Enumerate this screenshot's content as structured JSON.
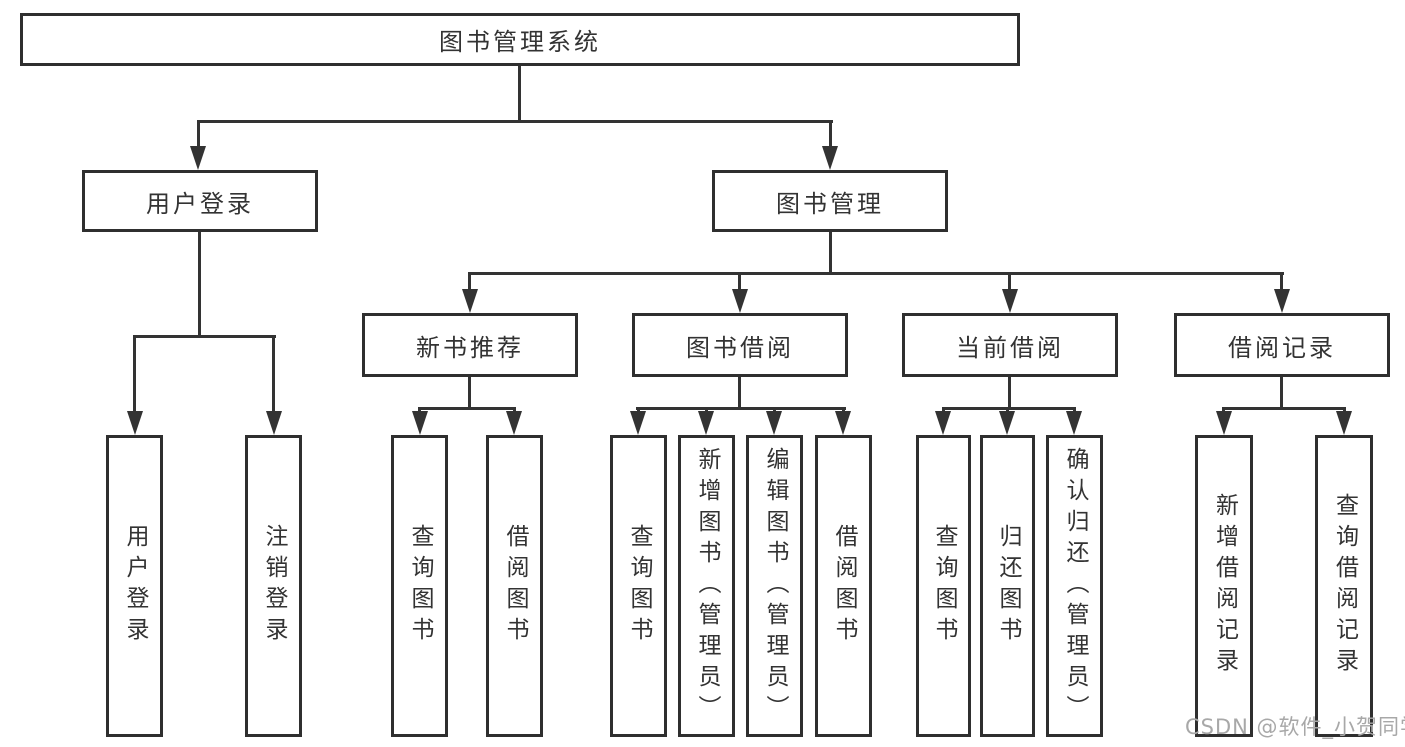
{
  "diagram": {
    "root": {
      "label": "图书管理系统"
    },
    "level2": [
      {
        "label": "用户登录"
      },
      {
        "label": "图书管理"
      }
    ],
    "level3": [
      {
        "label": "新书推荐"
      },
      {
        "label": "图书借阅"
      },
      {
        "label": "当前借阅"
      },
      {
        "label": "借阅记录"
      }
    ],
    "leaves": [
      {
        "label": "用户登录"
      },
      {
        "label": "注销登录"
      },
      {
        "label": "查询图书"
      },
      {
        "label": "借阅图书"
      },
      {
        "label": "查询图书"
      },
      {
        "label": "新增图书（管理员）"
      },
      {
        "label": "编辑图书（管理员）"
      },
      {
        "label": "借阅图书"
      },
      {
        "label": "查询图书"
      },
      {
        "label": "归还图书"
      },
      {
        "label": "确认归还（管理员）"
      },
      {
        "label": "新增借阅记录"
      },
      {
        "label": "查询借阅记录"
      }
    ]
  },
  "watermark": {
    "text": "CSDN @软件_小贺同学"
  },
  "colors": {
    "background": "#ffffff",
    "line": "#333333",
    "text": "#333333",
    "border": "#2f2f2f",
    "watermark": "#a8a8a8"
  }
}
